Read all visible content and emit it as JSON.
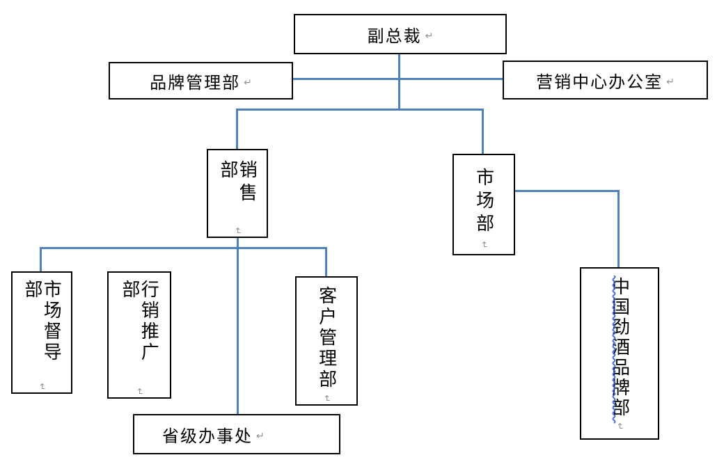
{
  "org_chart": {
    "nodes": {
      "vice_president": {
        "label": "副总裁"
      },
      "brand_management": {
        "label": "品牌管理部"
      },
      "marketing_center_office": {
        "label": "营销中心办公室"
      },
      "sales_dept": {
        "label": "销售部"
      },
      "market_dept": {
        "label": "市场部"
      },
      "market_supervision_dept": {
        "label": "市场督导部"
      },
      "marketing_promotion_dept": {
        "label": "行销推广部"
      },
      "customer_management_dept": {
        "label": "客户管理部"
      },
      "provincial_office": {
        "label": "省级办事处"
      },
      "china_jingjiu_brand_dept": {
        "label": "中国劲酒品牌部"
      }
    },
    "hierarchy": {
      "vice_president": [
        "brand_management",
        "marketing_center_office",
        "sales_dept",
        "market_dept"
      ],
      "sales_dept": [
        "market_supervision_dept",
        "marketing_promotion_dept",
        "customer_management_dept",
        "provincial_office"
      ],
      "market_dept": [
        "china_jingjiu_brand_dept"
      ]
    },
    "paragraph_mark": "↵",
    "colors": {
      "connector": "#4f81bd",
      "box_border": "#000000",
      "text": "#000000",
      "paragraph_mark": "#8f9494",
      "spellcheck_squiggle": "#3a5fdf",
      "background": "#ffffff"
    }
  }
}
